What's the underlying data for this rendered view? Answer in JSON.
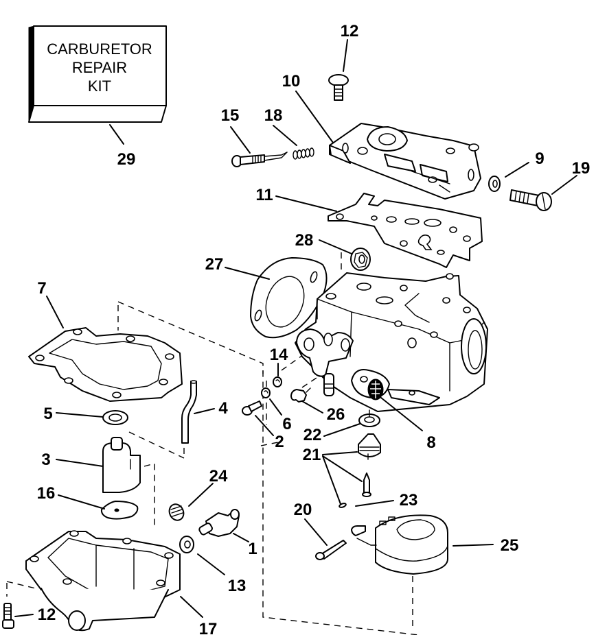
{
  "diagram": {
    "type": "exploded-parts-diagram",
    "subject": "Carburetor assembly",
    "colors": {
      "line": "#000000",
      "background": "#ffffff"
    },
    "kit_box": {
      "line1": "CARBURETOR",
      "line2": "REPAIR",
      "line3": "KIT",
      "callout": "29"
    },
    "callouts": {
      "c1": "1",
      "c2": "2",
      "c3": "3",
      "c4": "4",
      "c5": "5",
      "c6": "6",
      "c7": "7",
      "c8": "8",
      "c9": "9",
      "c10": "10",
      "c11": "11",
      "c12_top": "12",
      "c12_bottom": "12",
      "c13": "13",
      "c14": "14",
      "c15": "15",
      "c16": "16",
      "c17": "17",
      "c18": "18",
      "c19": "19",
      "c20": "20",
      "c21": "21",
      "c22": "22",
      "c23": "23",
      "c24": "24",
      "c25": "25",
      "c26": "26",
      "c27": "27",
      "c28": "28",
      "c29": "29"
    },
    "parts": [
      {
        "number": "1",
        "depicts": "fitting"
      },
      {
        "number": "2",
        "depicts": "screw"
      },
      {
        "number": "3",
        "depicts": "float chamber insert"
      },
      {
        "number": "4",
        "depicts": "tube"
      },
      {
        "number": "5",
        "depicts": "washer"
      },
      {
        "number": "6",
        "depicts": "washer"
      },
      {
        "number": "7",
        "depicts": "gasket"
      },
      {
        "number": "8",
        "depicts": "filter screen"
      },
      {
        "number": "9",
        "depicts": "washer"
      },
      {
        "number": "10",
        "depicts": "cover"
      },
      {
        "number": "11",
        "depicts": "gasket"
      },
      {
        "number": "12",
        "depicts": "screw"
      },
      {
        "number": "13",
        "depicts": "washer"
      },
      {
        "number": "14",
        "depicts": "plug"
      },
      {
        "number": "15",
        "depicts": "needle screw"
      },
      {
        "number": "16",
        "depicts": "gasket"
      },
      {
        "number": "17",
        "depicts": "float bowl"
      },
      {
        "number": "18",
        "depicts": "spring"
      },
      {
        "number": "19",
        "depicts": "screw"
      },
      {
        "number": "20",
        "depicts": "hinge pin"
      },
      {
        "number": "21",
        "depicts": "needle and seat"
      },
      {
        "number": "22",
        "depicts": "gasket"
      },
      {
        "number": "23",
        "depicts": "clip"
      },
      {
        "number": "24",
        "depicts": "spring"
      },
      {
        "number": "25",
        "depicts": "float"
      },
      {
        "number": "26",
        "depicts": "fitting"
      },
      {
        "number": "27",
        "depicts": "gasket"
      },
      {
        "number": "28",
        "depicts": "nut"
      },
      {
        "number": "29",
        "depicts": "carburetor repair kit"
      }
    ]
  }
}
